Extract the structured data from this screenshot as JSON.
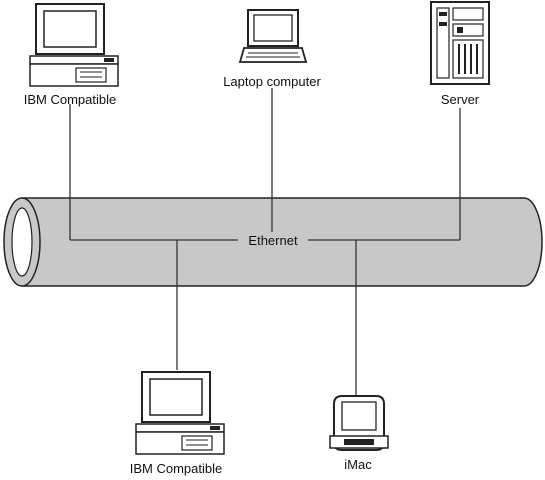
{
  "diagram": {
    "bus": {
      "label": "Ethernet"
    },
    "nodes": [
      {
        "id": "ibm-top",
        "label": "IBM Compatible",
        "icon": "desktop-pc-icon"
      },
      {
        "id": "laptop",
        "label": "Laptop computer",
        "icon": "laptop-icon"
      },
      {
        "id": "server",
        "label": "Server",
        "icon": "server-tower-icon"
      },
      {
        "id": "ibm-bottom",
        "label": "IBM Compatible",
        "icon": "desktop-pc-icon"
      },
      {
        "id": "imac",
        "label": "iMac",
        "icon": "imac-icon"
      }
    ],
    "colors": {
      "cable": "#c8c8c8",
      "outline": "#222222",
      "line": "#333333"
    }
  }
}
